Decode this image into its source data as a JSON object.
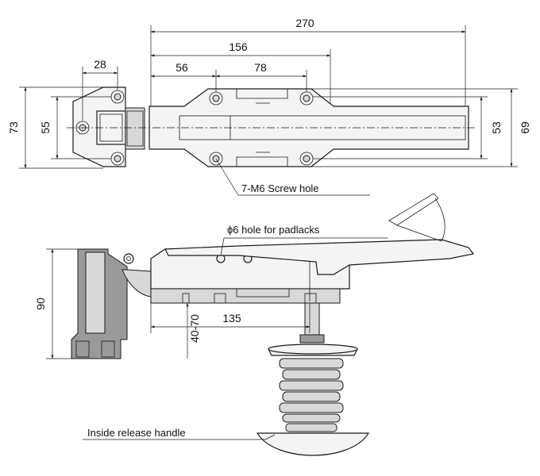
{
  "dimensions": {
    "overall_length": "270",
    "slot_span": "156",
    "hole_offset": "56",
    "hole_pitch": "78",
    "strike_width": "28",
    "strike_height": "73",
    "strike_hole_span": "55",
    "latch_hole_span": "53",
    "latch_height": "69",
    "side_height": "90",
    "side_reach": "135",
    "door_thickness": "40-70"
  },
  "callouts": {
    "screw_hole": "7-M6 Screw hole",
    "padlock_hole": "ϕ6  hole for padlacks",
    "release_handle": "Inside release handle"
  }
}
